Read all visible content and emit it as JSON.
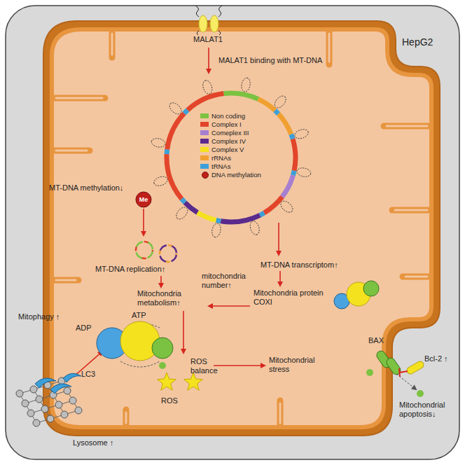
{
  "diagram": {
    "nodes": [
      {
        "text": [
          "HepG2"
        ]
      }
    ],
    "labels": [
      "MALAT1",
      "MALAT1 binding with MT-DNA",
      "MT-DNA methylation↓",
      "Me",
      "MT-DNA replication↑",
      "MT-DNA transcriptom↑",
      "mitochondria number↑",
      "Mitochondria protein COXI",
      "Mitochondria metabolism↑",
      "ATP",
      "ADP",
      "ROS balance",
      "ROS",
      "Mitochondrial stress",
      "BAX",
      "Bcl-2 ↑",
      "Mitophagy ↑",
      "LC3",
      "Lysosome ↑",
      "Mitochondrial apoptosis↓"
    ],
    "legend": [
      {
        "text": "Non coding",
        "color": "#7cc242"
      },
      {
        "text": "Complex I",
        "color": "#e2452a"
      },
      {
        "text": "Comeplex III",
        "color": "#a77fd0"
      },
      {
        "text": "Complex IV",
        "color": "#5a2a8c"
      },
      {
        "text": "Complex V",
        "color": "#f4e21f"
      },
      {
        "text": "rRNAs",
        "color": "#f0a030"
      },
      {
        "text": "tRNAs",
        "color": "#3c9fd9"
      },
      {
        "text": "DNA methylation"
      }
    ]
  }
}
